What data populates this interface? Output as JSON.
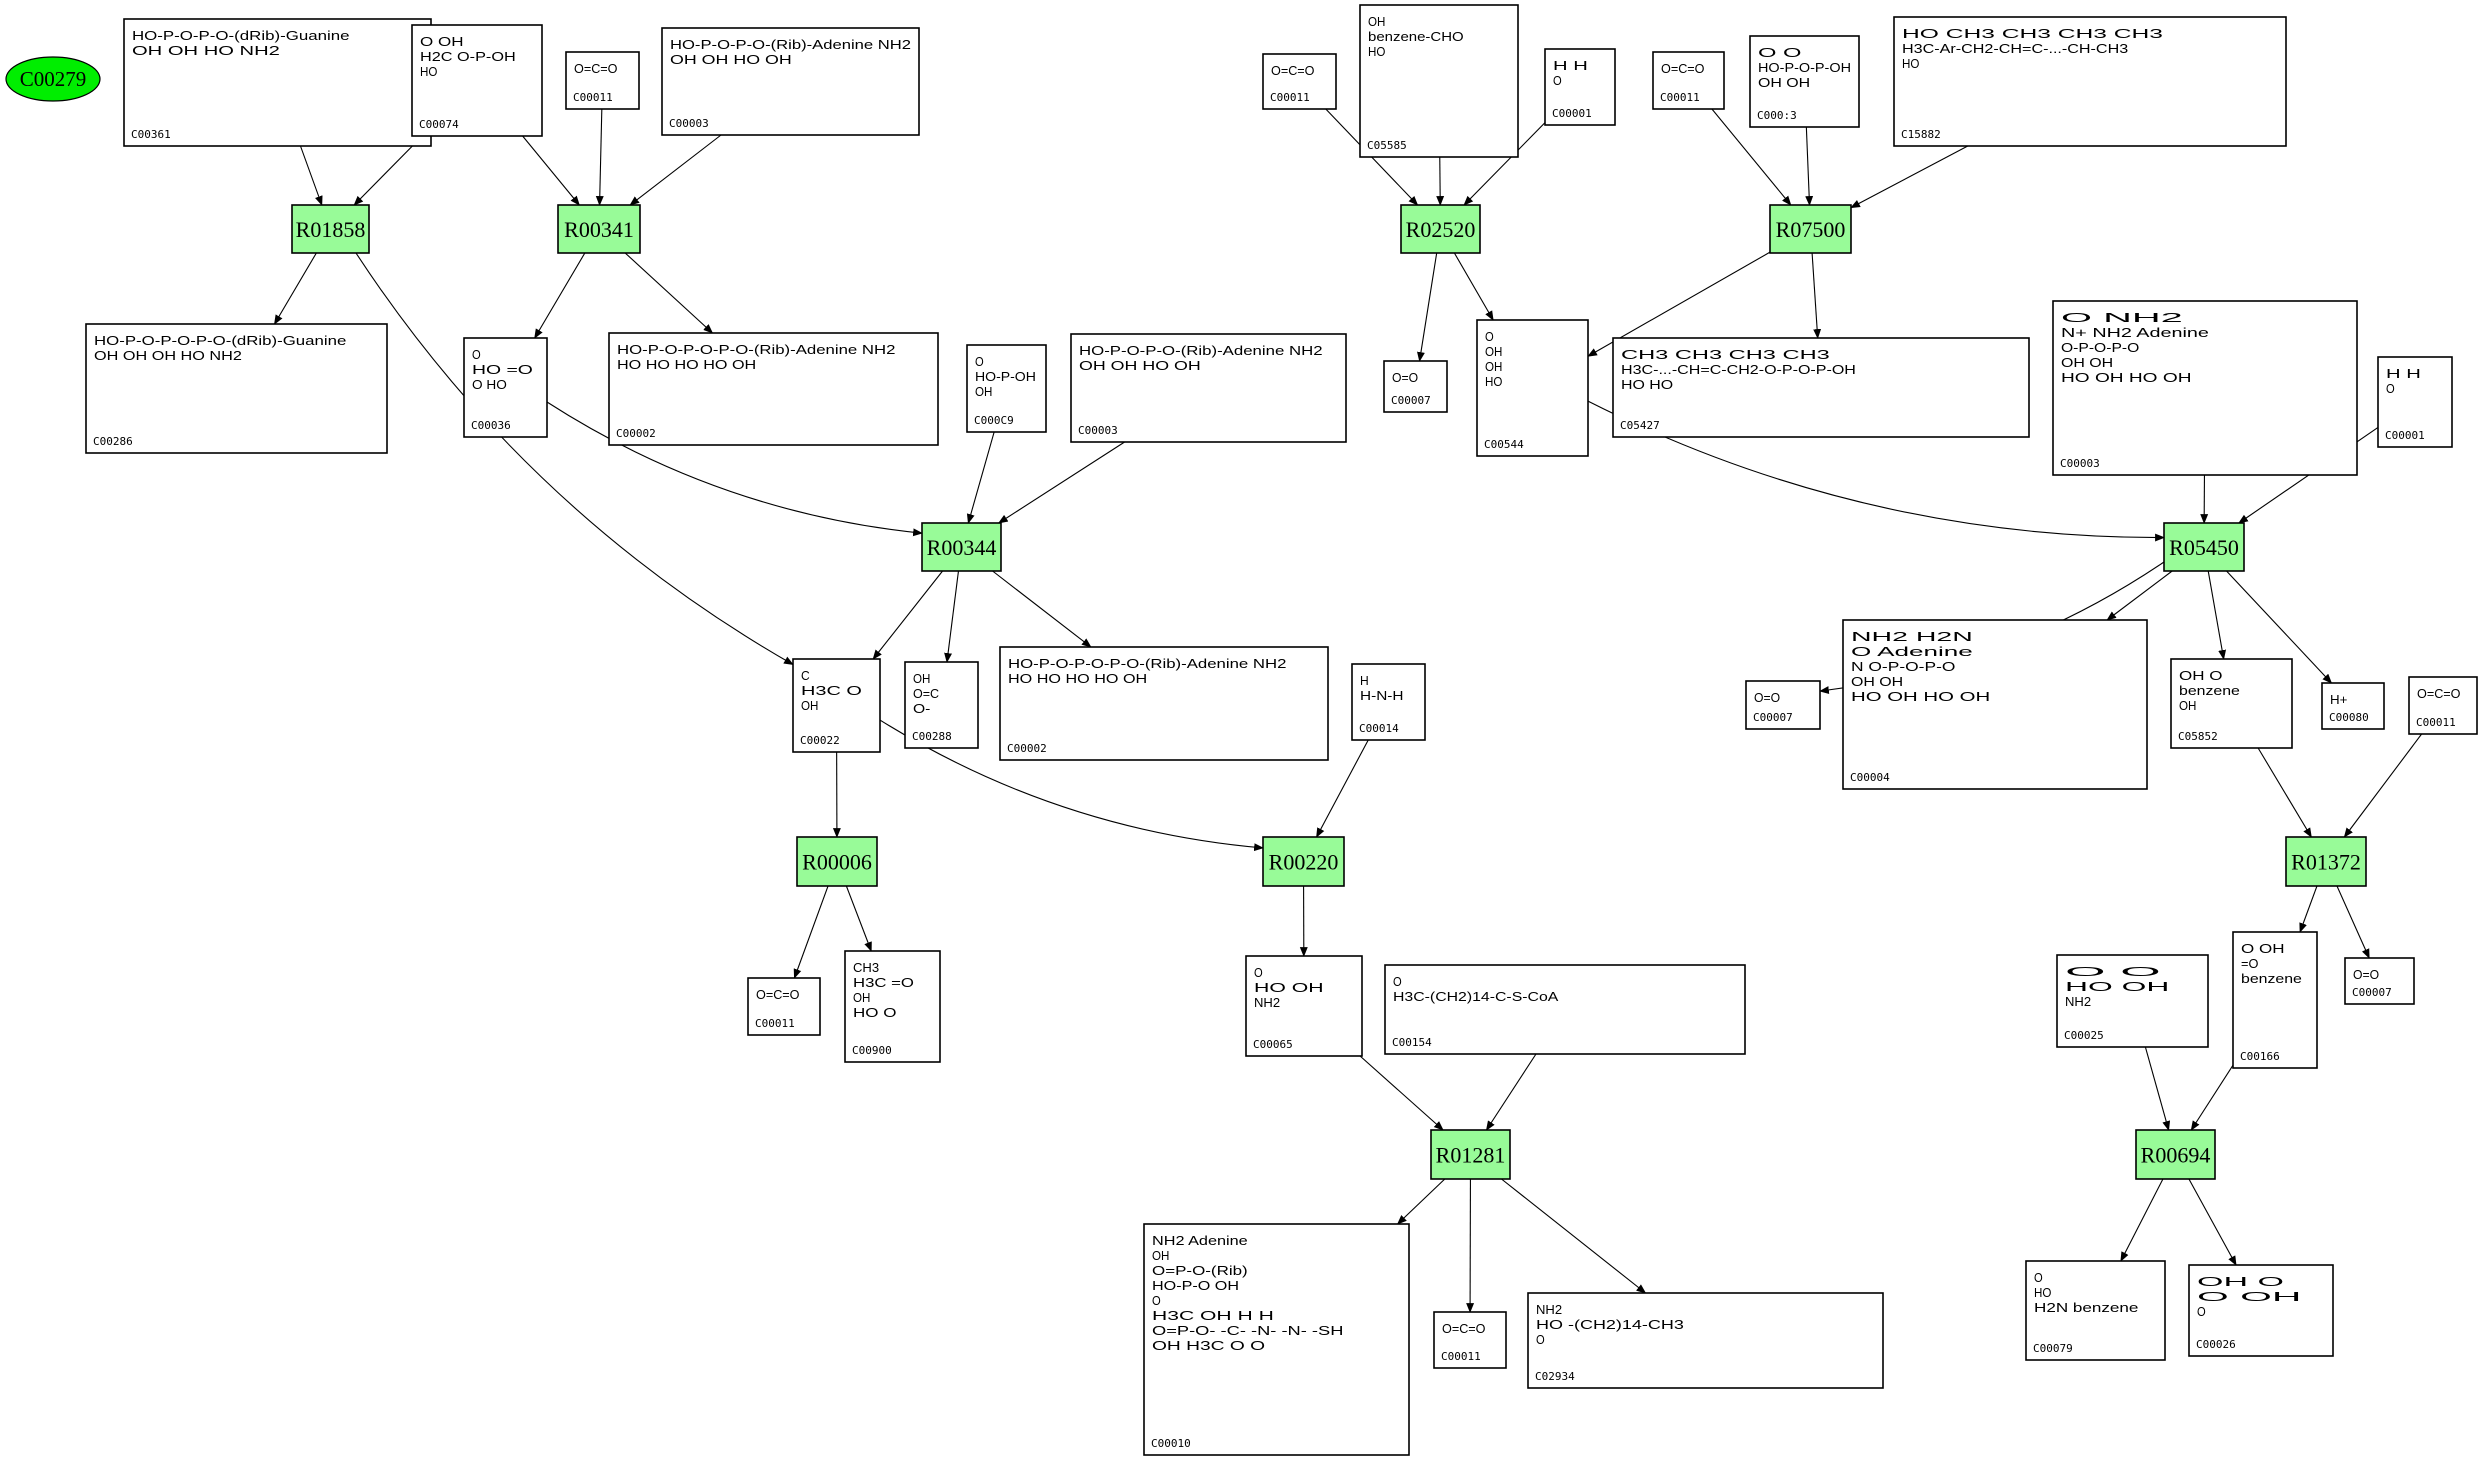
{
  "diagram": {
    "title": "KEGG reaction pathway graph",
    "root": {
      "id": "C00279",
      "color": "#00ee00"
    },
    "colors": {
      "reaction_fill": "#98fb98",
      "compound_fill": "#ffffff",
      "stroke": "#000000"
    },
    "reactions": [
      {
        "key": "R01858",
        "label": "R01858"
      },
      {
        "key": "R00341",
        "label": "R00341"
      },
      {
        "key": "R00344",
        "label": "R00344"
      },
      {
        "key": "R00006",
        "label": "R00006"
      },
      {
        "key": "R00220",
        "label": "R00220"
      },
      {
        "key": "R01281",
        "label": "R01281"
      },
      {
        "key": "R02520",
        "label": "R02520"
      },
      {
        "key": "R07500",
        "label": "R07500"
      },
      {
        "key": "R05450",
        "label": "R05450"
      },
      {
        "key": "R01372",
        "label": "R01372"
      },
      {
        "key": "R00694",
        "label": "R00694"
      }
    ],
    "compounds": [
      {
        "key": "c00361",
        "label": "C00361",
        "structure": [
          "HO-P-O-P-O-(dRib)-Guanine",
          "OH  OH   HO   NH2"
        ]
      },
      {
        "key": "c00074",
        "label": "C00074",
        "structure": [
          "O  OH",
          "H2C  O-P-OH",
          "HO"
        ]
      },
      {
        "key": "c00011a",
        "label": "C00011",
        "structure": [
          "O=C=O"
        ]
      },
      {
        "key": "c00003a",
        "label": "C00003",
        "structure": [
          "HO-P-O-P-O-(Rib)-Adenine NH2",
          "OH  OH   HO OH"
        ]
      },
      {
        "key": "c00286",
        "label": "C00286",
        "structure": [
          "HO-P-O-P-O-P-O-(dRib)-Guanine",
          "OH OH OH  HO  NH2"
        ]
      },
      {
        "key": "c00036",
        "label": "C00036",
        "structure": [
          "O",
          "HO   =O",
          "O HO"
        ]
      },
      {
        "key": "c00002a",
        "label": "C00002",
        "structure": [
          "HO-P-O-P-O-P-O-(Rib)-Adenine NH2",
          "HO HO HO   HO OH"
        ]
      },
      {
        "key": "c00009",
        "label": "C000C9",
        "structure": [
          "O",
          "HO-P-OH",
          "OH"
        ]
      },
      {
        "key": "c00003b",
        "label": "C00003",
        "structure": [
          "HO-P-O-P-O-(Rib)-Adenine NH2",
          "OH  OH   HO OH"
        ]
      },
      {
        "key": "c00022",
        "label": "C00022",
        "structure": [
          "C",
          "H3C   O",
          "OH"
        ]
      },
      {
        "key": "c00288",
        "label": "C00288",
        "structure": [
          "OH",
          "O=C",
          "O-"
        ]
      },
      {
        "key": "c00002b",
        "label": "C00002",
        "structure": [
          "HO-P-O-P-O-P-O-(Rib)-Adenine NH2",
          "HO HO HO   HO OH"
        ]
      },
      {
        "key": "c00014",
        "label": "C00014",
        "structure": [
          "H",
          "H-N-H"
        ]
      },
      {
        "key": "c00011b",
        "label": "C00011",
        "structure": [
          "O=C=O"
        ]
      },
      {
        "key": "c00900",
        "label": "C00900",
        "structure": [
          "CH3",
          "H3C  =O",
          "OH",
          "HO  O"
        ]
      },
      {
        "key": "c00065",
        "label": "C00065",
        "structure": [
          "O",
          "HO    OH",
          "NH2"
        ]
      },
      {
        "key": "c00154",
        "label": "C00154",
        "structure": [
          "O",
          "H3C-(CH2)14-C-S-CoA"
        ]
      },
      {
        "key": "c00010",
        "label": "C00010",
        "structure": [
          "NH2 Adenine",
          "OH",
          "O=P-O-(Rib)",
          "HO-P-O  OH",
          "O",
          "H3C OH  H    H",
          "O=P-O- -C- -N- -N- -SH",
          "OH H3C O    O"
        ]
      },
      {
        "key": "c00011c",
        "label": "C00011",
        "structure": [
          "O=C=O"
        ]
      },
      {
        "key": "c02934",
        "label": "C02934",
        "structure": [
          "NH2",
          "HO   -(CH2)14-CH3",
          "O"
        ]
      },
      {
        "key": "c00011d",
        "label": "C00011",
        "structure": [
          "O=C=O"
        ]
      },
      {
        "key": "c05585",
        "label": "C05585",
        "structure": [
          "OH",
          "benzene-CHO",
          "HO"
        ]
      },
      {
        "key": "c00001a",
        "label": "C00001",
        "structure": [
          "H  H",
          "O"
        ]
      },
      {
        "key": "c00011e",
        "label": "C00011",
        "structure": [
          "O=C=O"
        ]
      },
      {
        "key": "c00013",
        "label": "C000:3",
        "structure": [
          "O   O",
          "HO-P-O-P-OH",
          "OH  OH"
        ]
      },
      {
        "key": "c15882",
        "label": "C15882",
        "structure": [
          "HO    CH3    CH3    CH3    CH3",
          "H3C-Ar-CH2-CH=C-...-CH-CH3",
          "HO"
        ]
      },
      {
        "key": "c00007a",
        "label": "C00007",
        "structure": [
          "O=O"
        ]
      },
      {
        "key": "c00544",
        "label": "C00544",
        "structure": [
          "O",
          "OH",
          "OH",
          "HO"
        ]
      },
      {
        "key": "c05427",
        "label": "C05427",
        "structure": [
          "CH3    CH3    CH3    CH3",
          "H3C-...-CH=C-CH2-O-P-O-P-OH",
          "HO  HO"
        ]
      },
      {
        "key": "c00003c",
        "label": "C00003",
        "structure": [
          "O          NH2",
          "N+  NH2   Adenine",
          "O-P-O-P-O",
          "OH  OH",
          "HO OH     HO OH"
        ]
      },
      {
        "key": "c00001b",
        "label": "C00001",
        "structure": [
          "H  H",
          "O"
        ]
      },
      {
        "key": "c00007b",
        "label": "C00007",
        "structure": [
          "O=O"
        ]
      },
      {
        "key": "c00004",
        "label": "C00004",
        "structure": [
          "NH2        H2N",
          "O      Adenine",
          "N  O-P-O-P-O",
          "OH  OH",
          "HO OH      HO OH"
        ]
      },
      {
        "key": "c05852",
        "label": "C05852",
        "structure": [
          "OH  O",
          "benzene",
          "OH"
        ]
      },
      {
        "key": "c00080",
        "label": "C00080",
        "structure": [
          "H+"
        ]
      },
      {
        "key": "c00011f",
        "label": "C00011",
        "structure": [
          "O=C=O"
        ]
      },
      {
        "key": "c00025",
        "label": "C00025",
        "structure": [
          "O         O",
          "HO        OH",
          "NH2"
        ]
      },
      {
        "key": "c00166",
        "label": "C00166",
        "structure": [
          "O  OH",
          "=O",
          "benzene"
        ]
      },
      {
        "key": "c00007c",
        "label": "C00007",
        "structure": [
          "O=O"
        ]
      },
      {
        "key": "c00079",
        "label": "C00079",
        "structure": [
          "O",
          "HO",
          "H2N  benzene"
        ]
      },
      {
        "key": "c00026",
        "label": "C00026",
        "structure": [
          "OH       O",
          "O         OH",
          "O"
        ]
      }
    ],
    "edges": [
      [
        "c00361",
        "R01858"
      ],
      [
        "c00074",
        "R01858"
      ],
      [
        "R01858",
        "c00286"
      ],
      [
        "R01858",
        "c00022"
      ],
      [
        "c00074",
        "R00341"
      ],
      [
        "c00011a",
        "R00341"
      ],
      [
        "c00003a",
        "R00341"
      ],
      [
        "R00341",
        "c00036"
      ],
      [
        "R00341",
        "c00002a"
      ],
      [
        "c00036",
        "R00344"
      ],
      [
        "c00009",
        "R00344"
      ],
      [
        "c00003b",
        "R00344"
      ],
      [
        "R00344",
        "c00022"
      ],
      [
        "R00344",
        "c00288"
      ],
      [
        "R00344",
        "c00002b"
      ],
      [
        "c00022",
        "R00006"
      ],
      [
        "c00022",
        "R00220"
      ],
      [
        "c00014",
        "R00220"
      ],
      [
        "R00006",
        "c00011b"
      ],
      [
        "R00006",
        "c00900"
      ],
      [
        "R00220",
        "c00065"
      ],
      [
        "c00065",
        "R01281"
      ],
      [
        "c00154",
        "R01281"
      ],
      [
        "R01281",
        "c00010"
      ],
      [
        "R01281",
        "c00011c"
      ],
      [
        "R01281",
        "c02934"
      ],
      [
        "c00011d",
        "R02520"
      ],
      [
        "c05585",
        "R02520"
      ],
      [
        "c00001a",
        "R02520"
      ],
      [
        "R02520",
        "c00007a"
      ],
      [
        "R02520",
        "c00544"
      ],
      [
        "c00011e",
        "R07500"
      ],
      [
        "c00013",
        "R07500"
      ],
      [
        "c15882",
        "R07500"
      ],
      [
        "R07500",
        "c00544"
      ],
      [
        "R07500",
        "c05427"
      ],
      [
        "c00544",
        "R05450"
      ],
      [
        "c00003c",
        "R05450"
      ],
      [
        "c00001b",
        "R05450"
      ],
      [
        "R05450",
        "c00007b"
      ],
      [
        "R05450",
        "c00004"
      ],
      [
        "R05450",
        "c05852"
      ],
      [
        "R05450",
        "c00080"
      ],
      [
        "c05852",
        "R01372"
      ],
      [
        "c00011f",
        "R01372"
      ],
      [
        "R01372",
        "c00166"
      ],
      [
        "R01372",
        "c00007c"
      ],
      [
        "c00025",
        "R00694"
      ],
      [
        "c00166",
        "R00694"
      ],
      [
        "R00694",
        "c00079"
      ],
      [
        "R00694",
        "c00026"
      ]
    ]
  }
}
